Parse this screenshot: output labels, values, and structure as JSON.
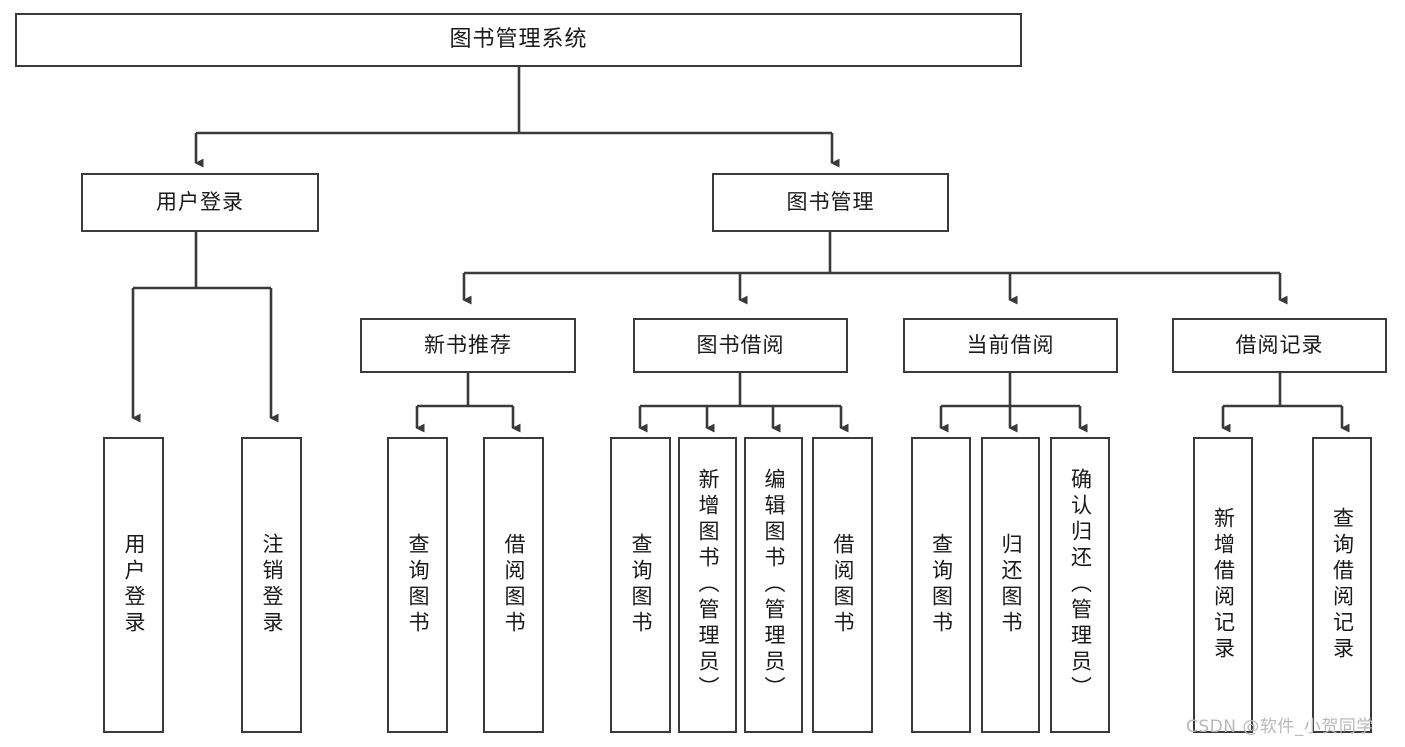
{
  "diagram": {
    "type": "hierarchy-tree",
    "title": "图书管理系统",
    "root": {
      "label": "图书管理系统"
    },
    "level1": [
      {
        "label": "用户登录"
      },
      {
        "label": "图书管理"
      }
    ],
    "level2": [
      {
        "label": "新书推荐"
      },
      {
        "label": "图书借阅"
      },
      {
        "label": "当前借阅"
      },
      {
        "label": "借阅记录"
      }
    ],
    "leaves": {
      "user_login": [
        {
          "label": "用户登录"
        },
        {
          "label": "注销登录"
        }
      ],
      "new_book_recommend": [
        {
          "label": "查询图书"
        },
        {
          "label": "借阅图书"
        }
      ],
      "book_borrow": [
        {
          "label": "查询图书"
        },
        {
          "label": "新增图书（管理员）"
        },
        {
          "label": "编辑图书（管理员）"
        },
        {
          "label": "借阅图书"
        }
      ],
      "current_borrow": [
        {
          "label": "查询图书"
        },
        {
          "label": "归还图书"
        },
        {
          "label": "确认归还（管理员）"
        }
      ],
      "borrow_record": [
        {
          "label": "新增借阅记录"
        },
        {
          "label": "查询借阅记录"
        }
      ]
    },
    "watermark": "CSDN @软件_小贺同学",
    "colors": {
      "border": "#3a3a3a",
      "text": "#1a1a1a",
      "background": "#ffffff",
      "connector": "#3a3a3a",
      "watermark": "#b9b9b9"
    }
  }
}
